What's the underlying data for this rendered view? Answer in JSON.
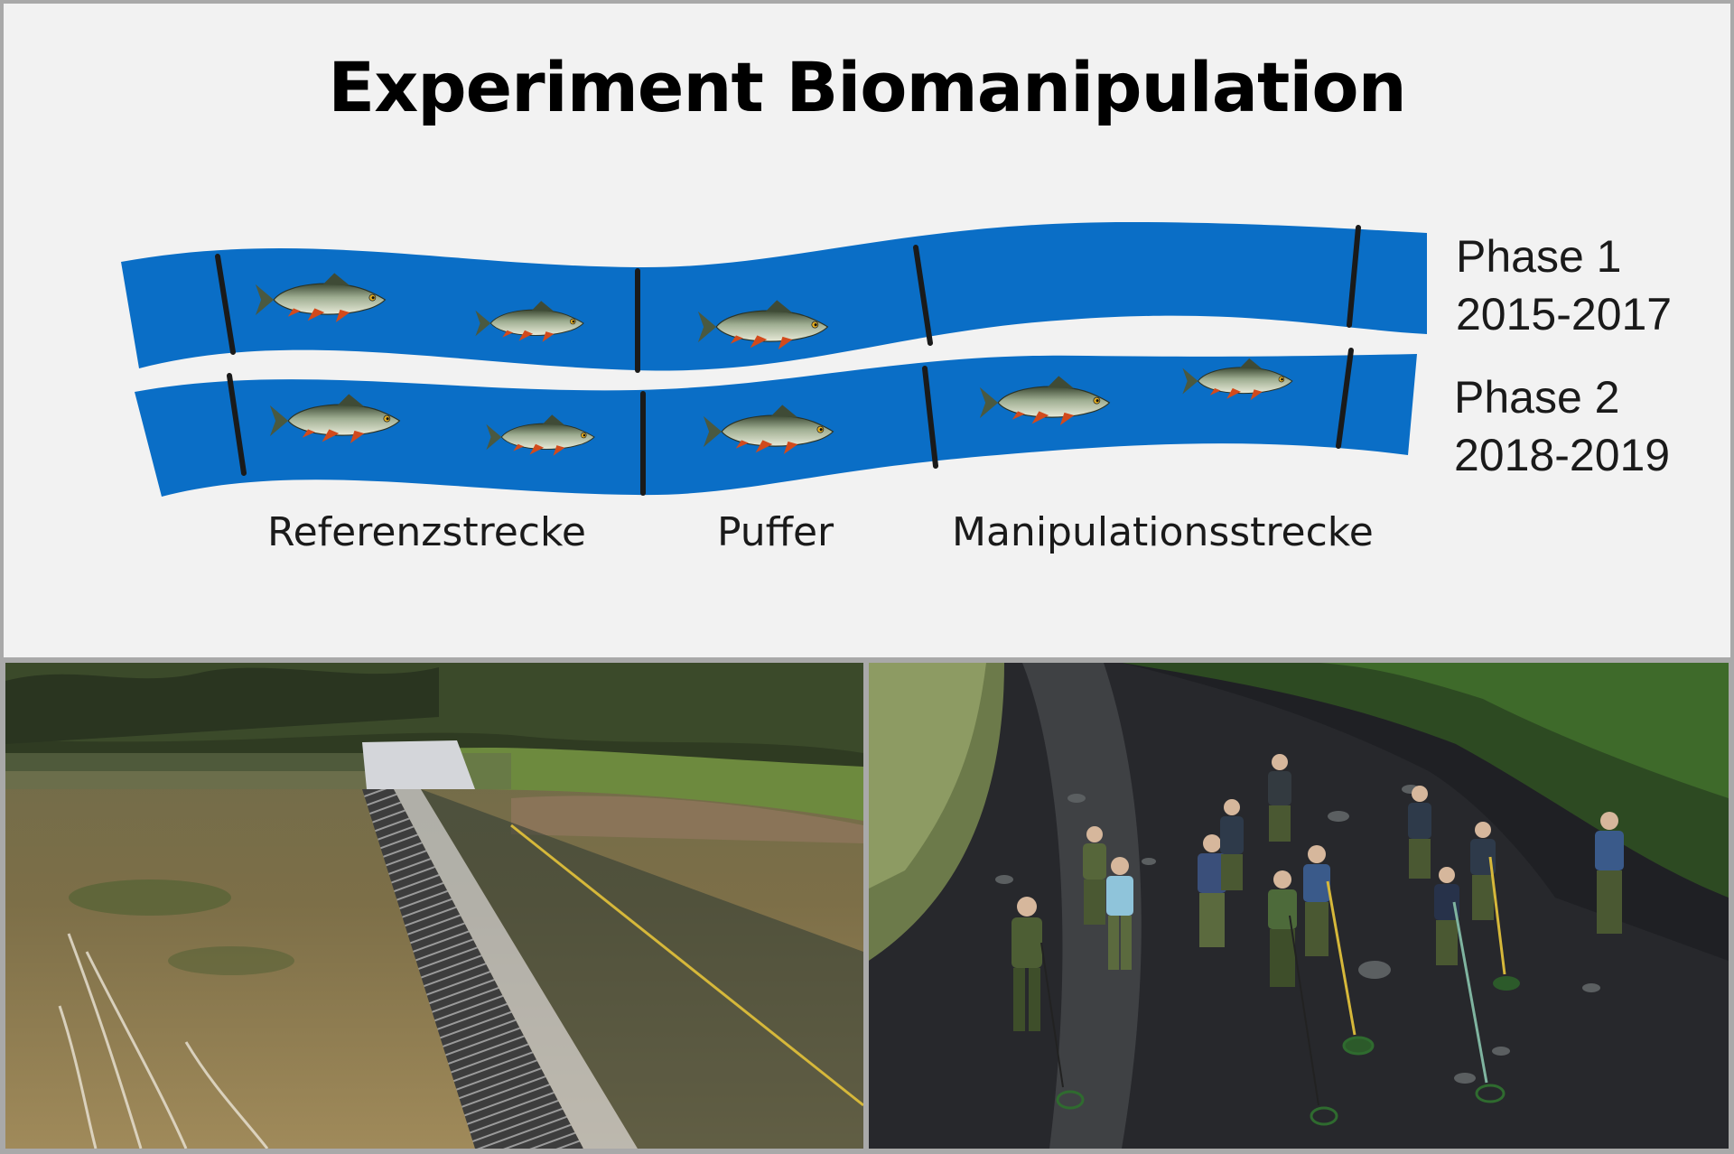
{
  "title": "Experiment Biomanipulation",
  "phases": [
    {
      "name": "Phase 1",
      "years": "2015-2017"
    },
    {
      "name": "Phase 2",
      "years": "2018-2019"
    }
  ],
  "sections": [
    {
      "label": "Referenzstrecke"
    },
    {
      "label": "Puffer"
    },
    {
      "label": "Manipulationsstrecke"
    }
  ],
  "fish_counts": {
    "phase1": {
      "referenz": 2,
      "puffer": 1,
      "manipulation": 0
    },
    "phase2": {
      "referenz": 2,
      "puffer": 1,
      "manipulation": 2
    }
  },
  "colors": {
    "river": "#0a6ec6",
    "background": "#f2f2f2",
    "frame": "#a9a9a9",
    "divider": "#1a1a1a"
  },
  "photos": [
    {
      "subject": "weir-barrier-net-photo"
    },
    {
      "subject": "electrofishing-team-photo"
    }
  ]
}
